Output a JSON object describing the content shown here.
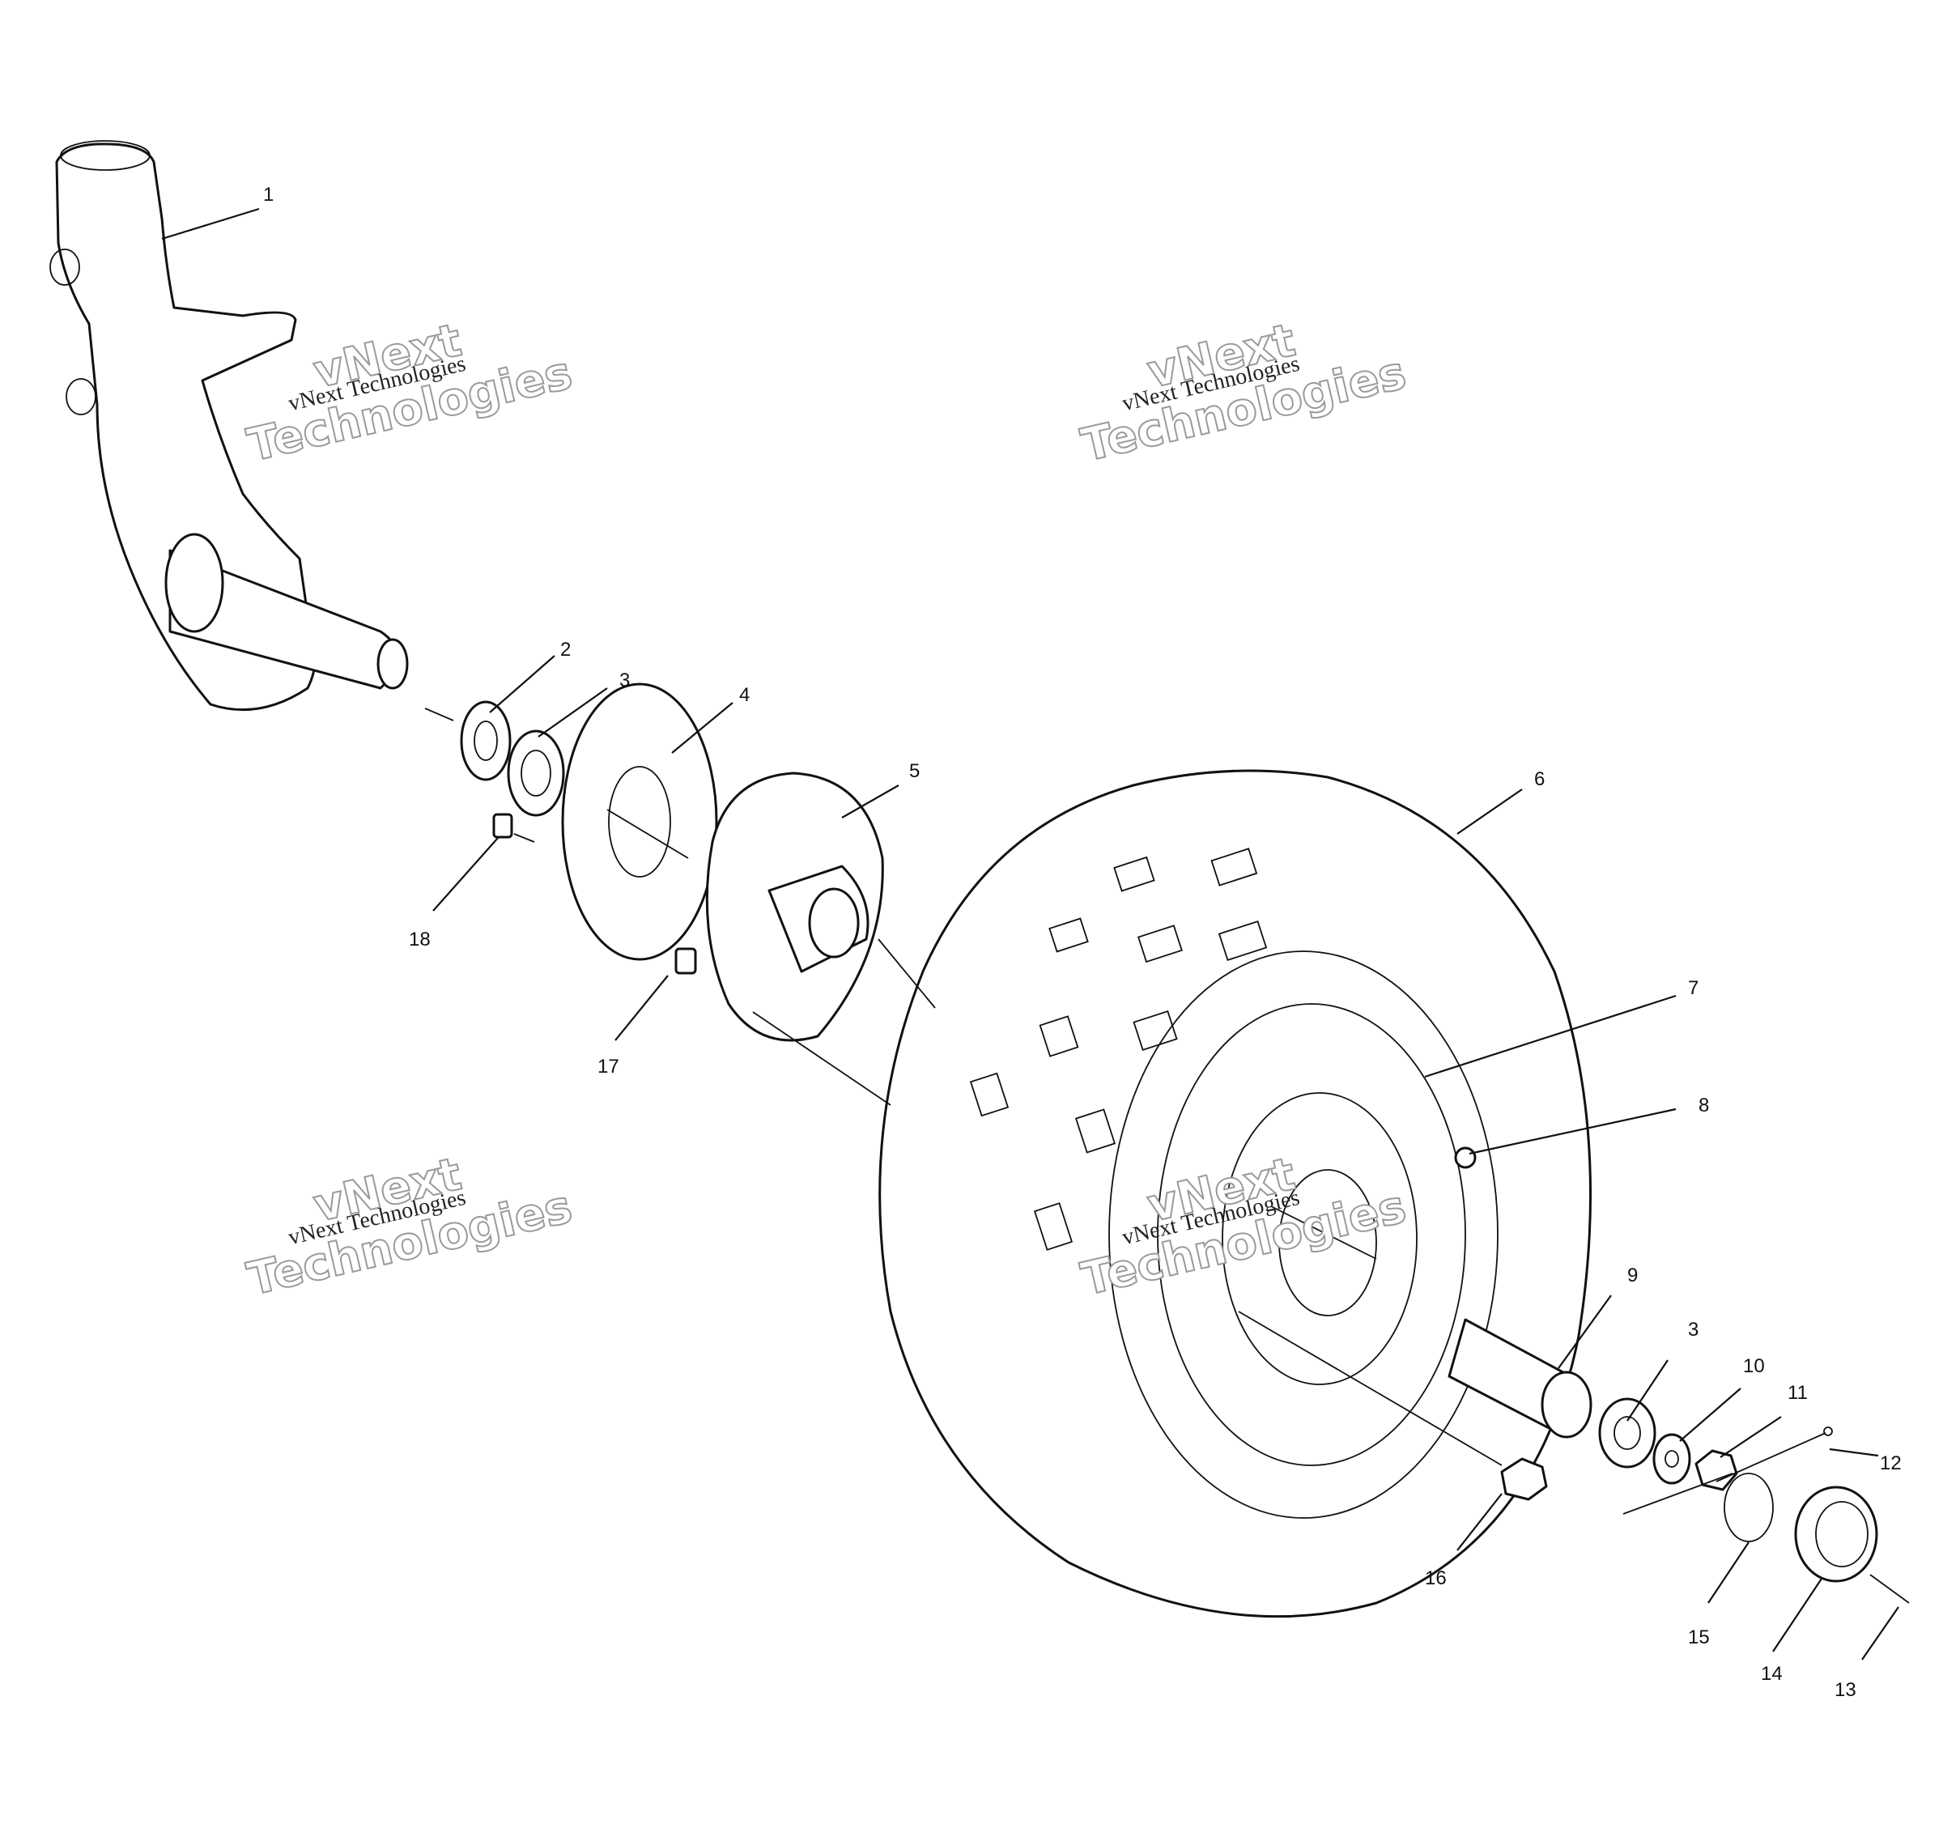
{
  "callouts": [
    {
      "number": "1"
    },
    {
      "number": "2"
    },
    {
      "number": "3"
    },
    {
      "number": "4"
    },
    {
      "number": "5"
    },
    {
      "number": "6"
    },
    {
      "number": "7"
    },
    {
      "number": "8"
    },
    {
      "number": "9"
    },
    {
      "number": "3"
    },
    {
      "number": "10"
    },
    {
      "number": "11"
    },
    {
      "number": "12"
    },
    {
      "number": "13"
    },
    {
      "number": "14"
    },
    {
      "number": "15"
    },
    {
      "number": "16"
    },
    {
      "number": "17"
    },
    {
      "number": "18"
    }
  ],
  "watermark": {
    "line_small": "vNext Technologies",
    "line_big_1": "vNext",
    "line_big_2": "Technologies"
  }
}
